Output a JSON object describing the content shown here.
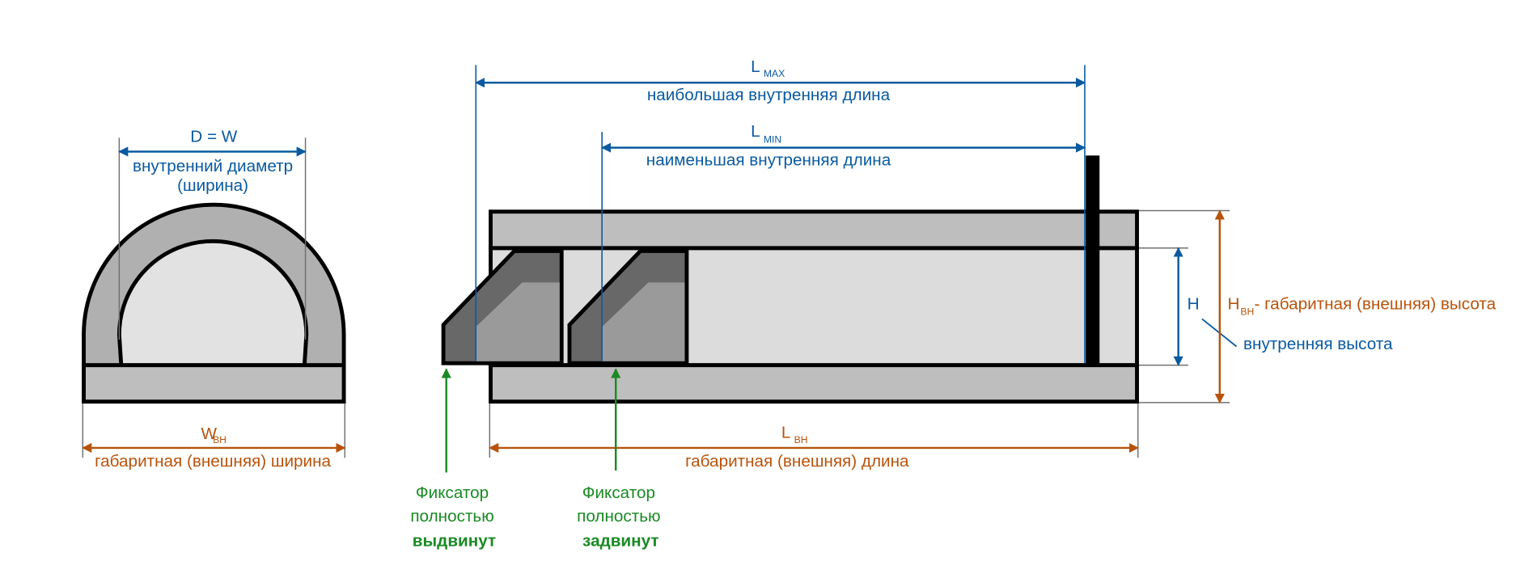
{
  "colors": {
    "inner_dimension": "#0a5aa0",
    "outer_dimension": "#b8530c",
    "latch_callout": "#1a8a24",
    "outline": "#000000",
    "wall_fill": "#bebebe",
    "ring_fill": "#b0b0b0",
    "interior_fill": "#dcdcdc",
    "latch_dark": "#686868",
    "latch_light": "#9a9a9a",
    "extension_line": "#707070"
  },
  "cross_section": {
    "diameter_symbol": "D = W",
    "diameter_label_line1": "внутренний диаметр",
    "diameter_label_line2": "(ширина)",
    "outer_width_symbol": "W",
    "outer_width_subscript": "ВН",
    "outer_width_label": "габаритная (внешняя) ширина"
  },
  "side_view": {
    "lmax_symbol": "L",
    "lmax_subscript": "MAX",
    "lmax_label": "наибольшая внутренняя длина",
    "lmin_symbol": "L",
    "lmin_subscript": "MIN",
    "lmin_label": "наименьшая внутренняя длина",
    "outer_length_symbol": "L",
    "outer_length_subscript": "ВН",
    "outer_length_label": "габаритная (внешняя) длина",
    "inner_height_symbol": "H",
    "inner_height_label": "внутренняя высота",
    "outer_height_symbol": "H",
    "outer_height_subscript": "ВН",
    "outer_height_label": " - габаритная (внешняя) высота"
  },
  "latches": [
    {
      "line1": "Фиксатор",
      "line2": "полностью",
      "state": "выдвинут"
    },
    {
      "line1": "Фиксатор",
      "line2": "полностью",
      "state": "задвинут"
    }
  ]
}
